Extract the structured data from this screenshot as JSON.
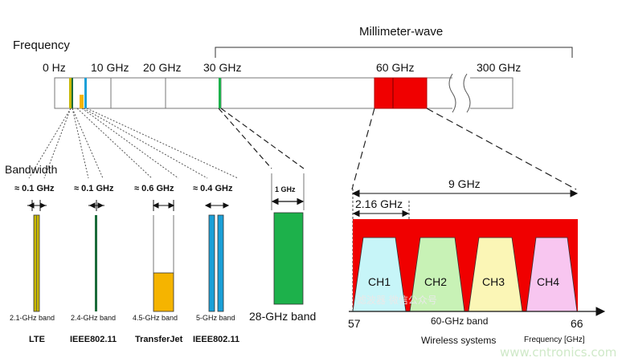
{
  "header": {
    "frequency_label": "Frequency",
    "mmwave_label": "Millimeter-wave"
  },
  "axis": {
    "ticks": [
      "0 Hz",
      "10 GHz",
      "20 GHz",
      "30 GHz",
      "60 GHz",
      "300 GHz"
    ]
  },
  "bandwidth": {
    "title": "Bandwidth",
    "items": [
      {
        "bw": "≈ 0.1 GHz",
        "band": "2.1-GHz band",
        "name": "LTE",
        "color": "#c9b800"
      },
      {
        "bw": "≈ 0.1 GHz",
        "band": "2.4-GHz band",
        "name": "IEEE802.11",
        "color": "#1a6b3a"
      },
      {
        "bw": "≈ 0.6 GHz",
        "band": "4.5-GHz band",
        "name": "TransferJet",
        "color": "#f5b400"
      },
      {
        "bw": "≈ 0.4 GHz",
        "band": "5-GHz band",
        "name": "IEEE802.11",
        "color": "#1aa0d8"
      }
    ],
    "band28": {
      "bw": "1 GHz",
      "label": "28-GHz band",
      "color": "#1db14b"
    }
  },
  "ghz60": {
    "total_bw": "9 GHz",
    "channel_bw": "2.16 GHz",
    "channels": [
      {
        "name": "CH1",
        "color": "#c7f5f8"
      },
      {
        "name": "CH2",
        "color": "#c8f2b6"
      },
      {
        "name": "CH3",
        "color": "#fbf6b6"
      },
      {
        "name": "CH4",
        "color": "#f8c6f0"
      }
    ],
    "x_start": "57",
    "x_end": "66",
    "band_label": "60-GHz band",
    "system_label": "Wireless systems",
    "freq_label": "Frequency [GHz]",
    "red_color": "#f00000"
  },
  "watermark": {
    "cn": "滤波器  微信公众号",
    "url": "www.cntronics.com"
  }
}
